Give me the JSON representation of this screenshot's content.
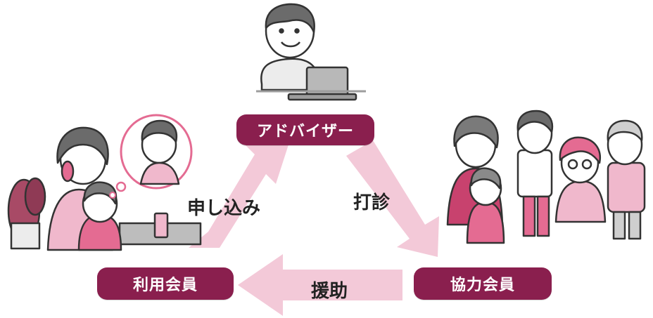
{
  "nodes": {
    "advisor": "アドバイザー",
    "user_member": "利用会員",
    "cooperating_member": "協力会員"
  },
  "arrows": {
    "apply": "申し込み",
    "consult": "打診",
    "assist": "援助"
  },
  "colors": {
    "node_fill": "#8a1f4e",
    "arrow_fill": "#f3c9d8",
    "accent_pink": "#e46b92"
  },
  "illustrations": [
    "advisor-with-laptop",
    "mother-and-child-user-family",
    "cooperating-members-group"
  ]
}
